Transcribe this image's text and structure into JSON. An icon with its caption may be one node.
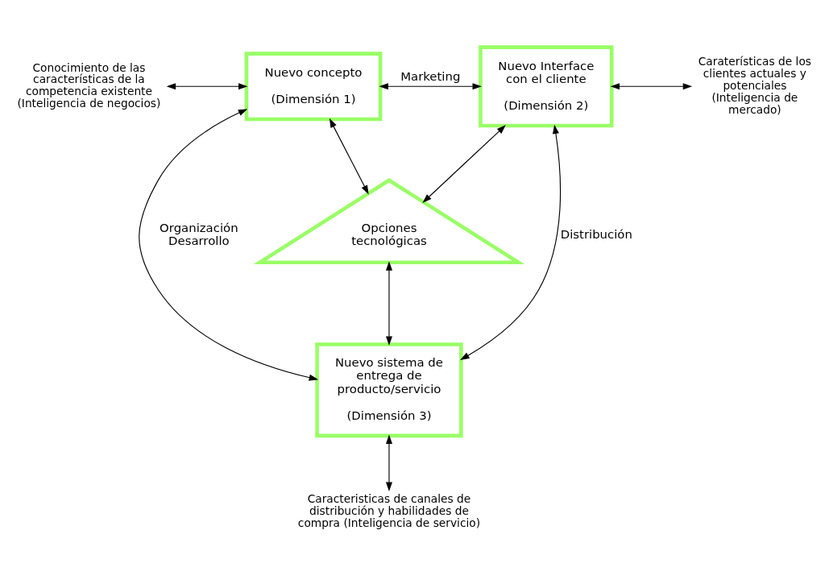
{
  "diagram": {
    "nodes": [
      {
        "text": [
          "Nuevo concepto",
          "(Dimensión 1)"
        ]
      },
      {
        "text": [
          "Nuevo Interface con el cliente",
          "(Dimensión 2)"
        ]
      },
      {
        "text": [
          "Opciones tecnológicas"
        ]
      },
      {
        "text": [
          "Nuevo sistema de entrega de producto/servicio",
          "(Dimensión 3)"
        ]
      },
      {
        "text": [
          "Conocimiento de las características de la competencia existente (Inteligencia de negocios)"
        ]
      },
      {
        "text": [
          "Caraterísticas de los clientes actuales y potenciales (Inteligencia de mercado)"
        ]
      },
      {
        "text": [
          "Caracteristicas de canales de distribución y habilidades de compra (Inteligencia de servicio)"
        ]
      }
    ],
    "edges": [
      {
        "from": 4,
        "to": 0,
        "arrow": "both"
      },
      {
        "from": 0,
        "to": 1,
        "arrow": "both",
        "label": "Marketing"
      },
      {
        "from": 1,
        "to": 5,
        "arrow": "both"
      },
      {
        "from": 0,
        "to": 2,
        "arrow": "both"
      },
      {
        "from": 1,
        "to": 2,
        "arrow": "both"
      },
      {
        "from": 0,
        "to": 3,
        "arrow": "both",
        "label": "Organización Desarrollo"
      },
      {
        "from": 1,
        "to": 3,
        "arrow": "both",
        "label": "Distribución"
      },
      {
        "from": 2,
        "to": 3,
        "arrow": "both"
      },
      {
        "from": 3,
        "to": 6,
        "arrow": "both"
      }
    ]
  }
}
